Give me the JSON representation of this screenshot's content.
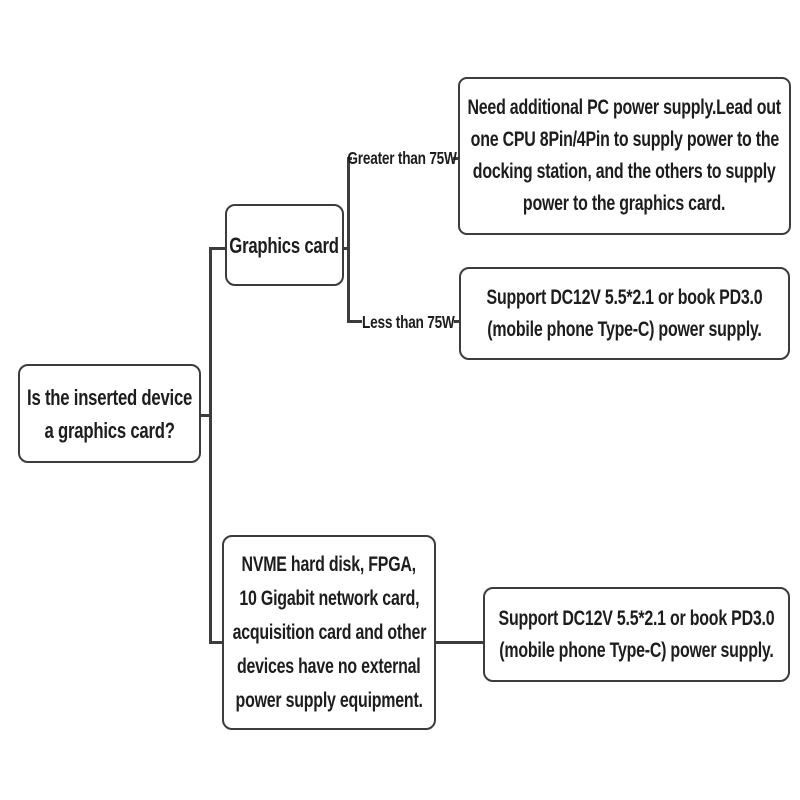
{
  "diagram": {
    "type": "decision-flowchart",
    "colors": {
      "border": "#3c3c3c",
      "line": "#3c3c3c",
      "text": "#1d1d1d",
      "background": "#ffffff"
    },
    "nodes": {
      "question": {
        "lines": [
          "Is the inserted device",
          "a graphics card?"
        ]
      },
      "graphics_card": {
        "lines": [
          "Graphics card"
        ]
      },
      "result_high_power": {
        "lines": [
          "Need additional PC power supply.Lead out",
          "one CPU 8Pin/4Pin to supply power to the",
          "docking station, and the others to supply",
          "power to the graphics card."
        ]
      },
      "result_low_power": {
        "lines": [
          "Support DC12V 5.5*2.1 or book PD3.0",
          "(mobile phone Type-C) power supply."
        ]
      },
      "other_devices": {
        "lines": [
          "NVME hard disk, FPGA,",
          "10 Gigabit network card,",
          "acquisition card and other",
          "devices have no external",
          "power supply equipment."
        ]
      },
      "result_other_devices": {
        "lines": [
          "Support DC12V 5.5*2.1 or book PD3.0",
          "(mobile phone Type-C) power supply."
        ]
      }
    },
    "edge_labels": {
      "greater": "Greater than 75W",
      "less": "Less than 75W"
    }
  }
}
